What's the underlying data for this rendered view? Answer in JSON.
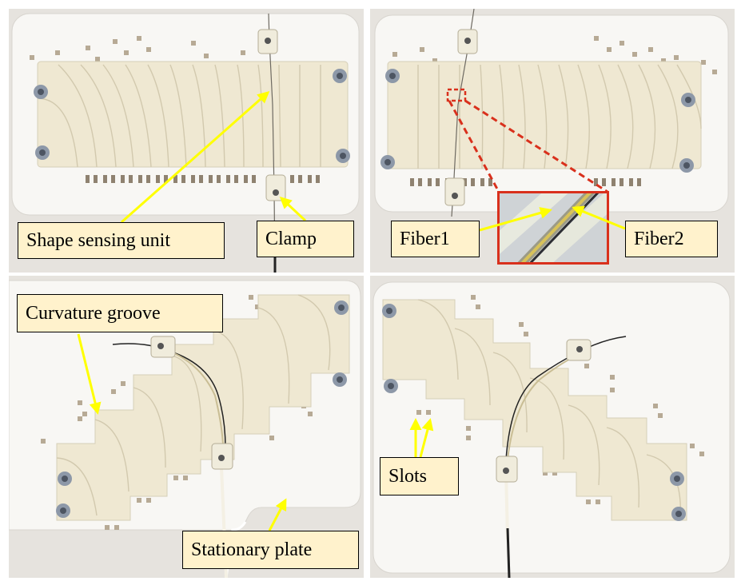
{
  "figure": {
    "panels": [
      {
        "id": "a",
        "kind": "photo",
        "subject": "straight shape sensing unit on plate"
      },
      {
        "id": "b",
        "kind": "photo",
        "subject": "straight unit with fiber zoom inset"
      },
      {
        "id": "c",
        "kind": "photo",
        "subject": "bent unit, curve to upper right"
      },
      {
        "id": "d",
        "kind": "photo",
        "subject": "bent unit, curve to lower right"
      }
    ],
    "labels": {
      "shape_sensing_unit": "Shape sensing unit",
      "clamp": "Clamp",
      "fiber1": "Fiber1",
      "fiber2": "Fiber2",
      "curvature_groove": "Curvature groove",
      "stationary_plate": "Stationary plate",
      "slots": "Slots"
    },
    "colors": {
      "arrow": "#ffff00",
      "label_fill": "#fff2cc",
      "zoom_box": "#d9301c",
      "plate": "#f7f6f3",
      "unit": "#efe8d2",
      "background": "#e7e4df"
    }
  }
}
